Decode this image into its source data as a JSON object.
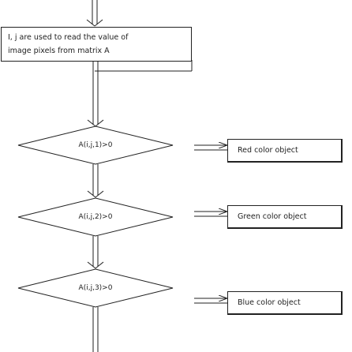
{
  "process": {
    "text": "I, j are used to read the value of\nimage pixels from matrix A"
  },
  "decisions": [
    {
      "condition": "A(i,j,1)>0",
      "output": "Red color object"
    },
    {
      "condition": "A(i,j,2)>0",
      "output": "Green color object"
    },
    {
      "condition": "A(i,j,3)>0",
      "output": "Blue color object"
    }
  ],
  "colors": {
    "stroke": "#222222",
    "text": "#222222",
    "background": "#ffffff"
  }
}
